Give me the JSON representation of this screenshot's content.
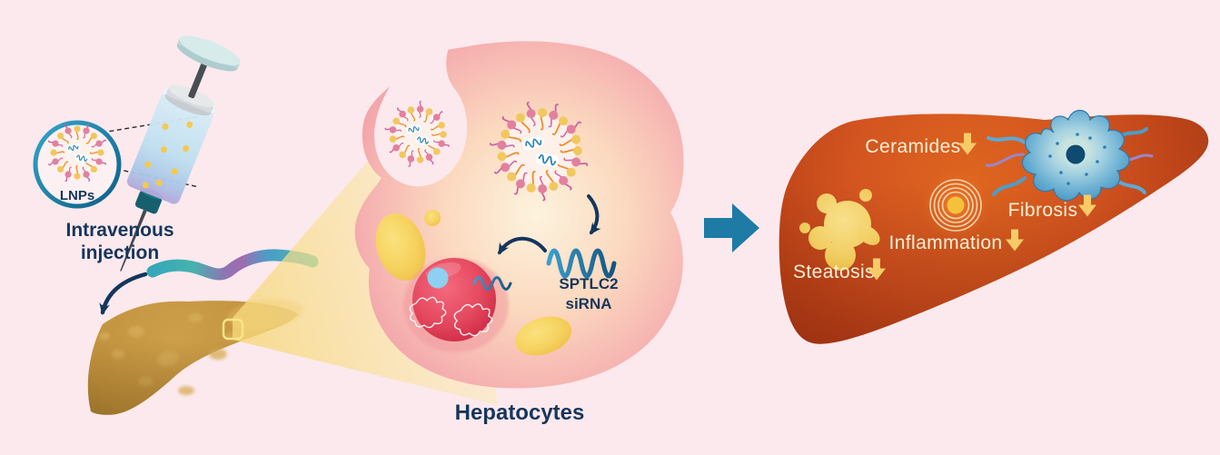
{
  "left_panel": {
    "lnp_inset": {
      "label": "LNPs"
    },
    "injection": {
      "line1": "Intravenous",
      "line2": "injection"
    }
  },
  "center_panel": {
    "cell_label": "Hepatocytes",
    "sirna": {
      "line1": "SPTLC2",
      "line2": "siRNA"
    }
  },
  "right_panel": {
    "outcomes": [
      {
        "label": "Ceramides",
        "direction": "down"
      },
      {
        "label": "Fibrosis",
        "direction": "down"
      },
      {
        "label": "Inflammation",
        "direction": "down"
      },
      {
        "label": "Steatosis",
        "direction": "down"
      }
    ]
  },
  "colors": {
    "background": "#fce9ed",
    "label_navy": "#16365c",
    "outcome_text": "#fdf0d6",
    "down_arrow_yellow": "#f8cb67",
    "flow_arrow_teal": "#1d7ba5",
    "healthy_liver_orange": "#cc4a1a",
    "fatty_liver_tan": "#c3923d",
    "sirna_blue": "#2f86b8",
    "lnp_yellow": "#f1c85d",
    "lnp_pink": "#e2809f"
  },
  "icons": [
    "syringe-icon",
    "lnp-icon",
    "lnp-magnifier-circle-icon",
    "vein-icon",
    "fatty-liver-icon",
    "magnifier-beam",
    "hepatocyte-cell-icon",
    "nucleus-icon",
    "nucleolus-icon",
    "sirna-wave-icon",
    "flow-arrow-icon",
    "healthy-liver-icon",
    "steatosis-droplets-icon",
    "inflammation-rings-icon",
    "stellate-cell-icon",
    "down-arrow-icon"
  ]
}
